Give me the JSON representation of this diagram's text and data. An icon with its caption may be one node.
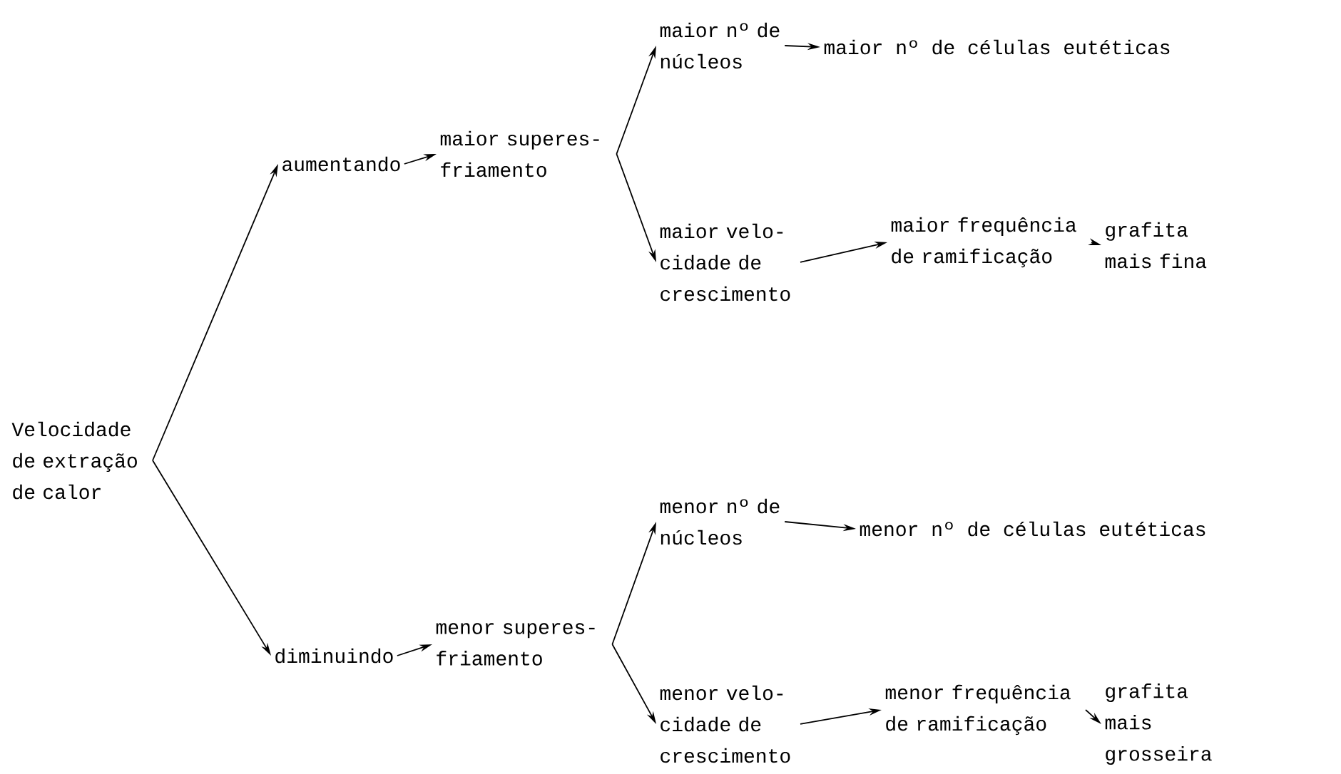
{
  "diagram": {
    "nodes": [
      {
        "text": [
          "Velocidade de extração de calor"
        ]
      },
      {
        "text": [
          "aumentando"
        ]
      },
      {
        "text": [
          "maior superes- friamento"
        ]
      },
      {
        "text": [
          "maior nº de núcleos"
        ]
      },
      {
        "text": [
          "maior nº de células eutéticas"
        ]
      },
      {
        "text": [
          "maior velo- cidade de crescimento"
        ]
      },
      {
        "text": [
          "maior frequência de ramificação"
        ]
      },
      {
        "text": [
          "grafita mais fina"
        ]
      },
      {
        "text": [
          "diminuindo"
        ]
      },
      {
        "text": [
          "menor superes- friamento"
        ]
      },
      {
        "text": [
          "menor nº de núcleos"
        ]
      },
      {
        "text": [
          "menor nº de células eutéticas"
        ]
      },
      {
        "text": [
          "menor velo- cidade de crescimento"
        ]
      },
      {
        "text": [
          "menor frequência de ramificação"
        ]
      },
      {
        "text": [
          "grafita mais grosseira"
        ]
      }
    ],
    "edges": [
      {
        "from": 0,
        "to": 1,
        "arrow": "to"
      },
      {
        "from": 0,
        "to": 8,
        "arrow": "to"
      },
      {
        "from": 1,
        "to": 2,
        "arrow": "to"
      },
      {
        "from": 2,
        "to": 3,
        "arrow": "to"
      },
      {
        "from": 2,
        "to": 5,
        "arrow": "to"
      },
      {
        "from": 3,
        "to": 4,
        "arrow": "to"
      },
      {
        "from": 5,
        "to": 6,
        "arrow": "to"
      },
      {
        "from": 6,
        "to": 7,
        "arrow": "to"
      },
      {
        "from": 8,
        "to": 9,
        "arrow": "to"
      },
      {
        "from": 9,
        "to": 10,
        "arrow": "to"
      },
      {
        "from": 9,
        "to": 12,
        "arrow": "to"
      },
      {
        "from": 10,
        "to": 11,
        "arrow": "to"
      },
      {
        "from": 12,
        "to": 13,
        "arrow": "to"
      },
      {
        "from": 13,
        "to": 14,
        "arrow": "to"
      }
    ]
  }
}
